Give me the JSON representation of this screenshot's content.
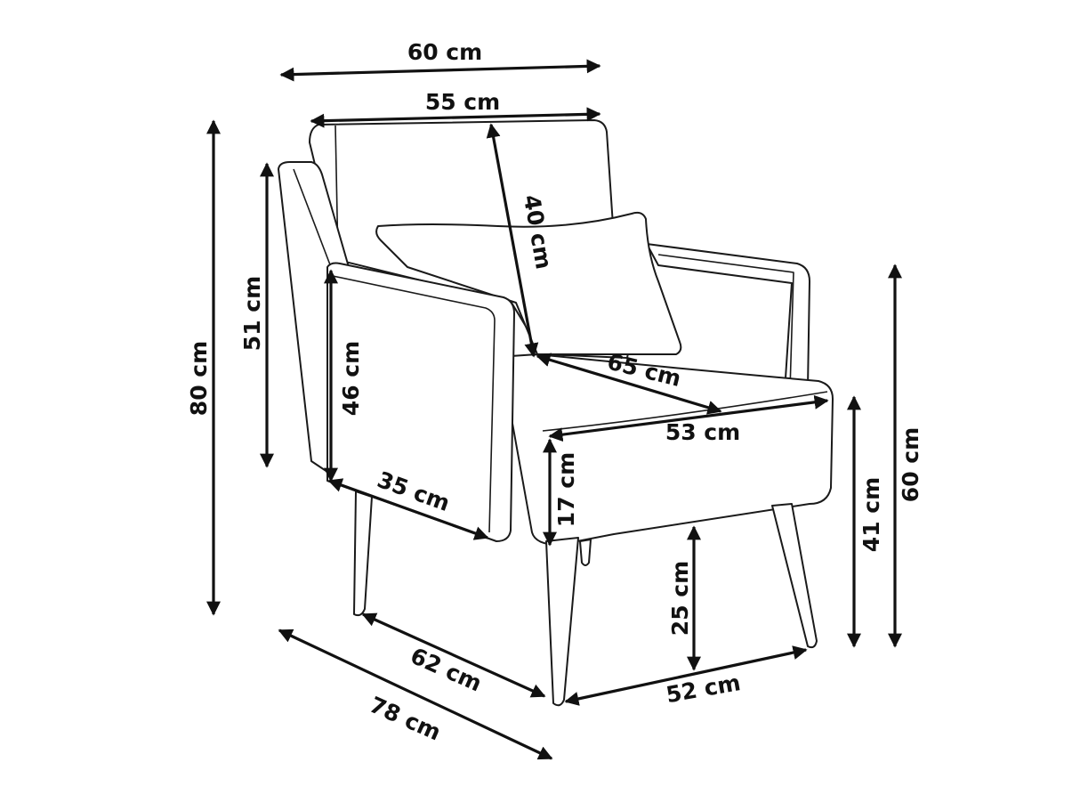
{
  "colors": {
    "line": "#1a1a1a",
    "background": "#ffffff"
  },
  "dimensions": {
    "overall_width": "60 cm",
    "back_width": "55 cm",
    "backrest_height": "40 cm",
    "seat_depth_diagonal": "65 cm",
    "seat_width": "53 cm",
    "overall_height": "80 cm",
    "side_back_height": "51 cm",
    "armrest_height": "46 cm",
    "armrest_depth": "35 cm",
    "cushion_thickness": "17 cm",
    "leg_height": "25 cm",
    "seat_height": "41 cm",
    "armrest_floor_height": "60 cm",
    "leg_span_depth": "62 cm",
    "overall_depth": "78 cm",
    "leg_span_width": "52 cm"
  }
}
